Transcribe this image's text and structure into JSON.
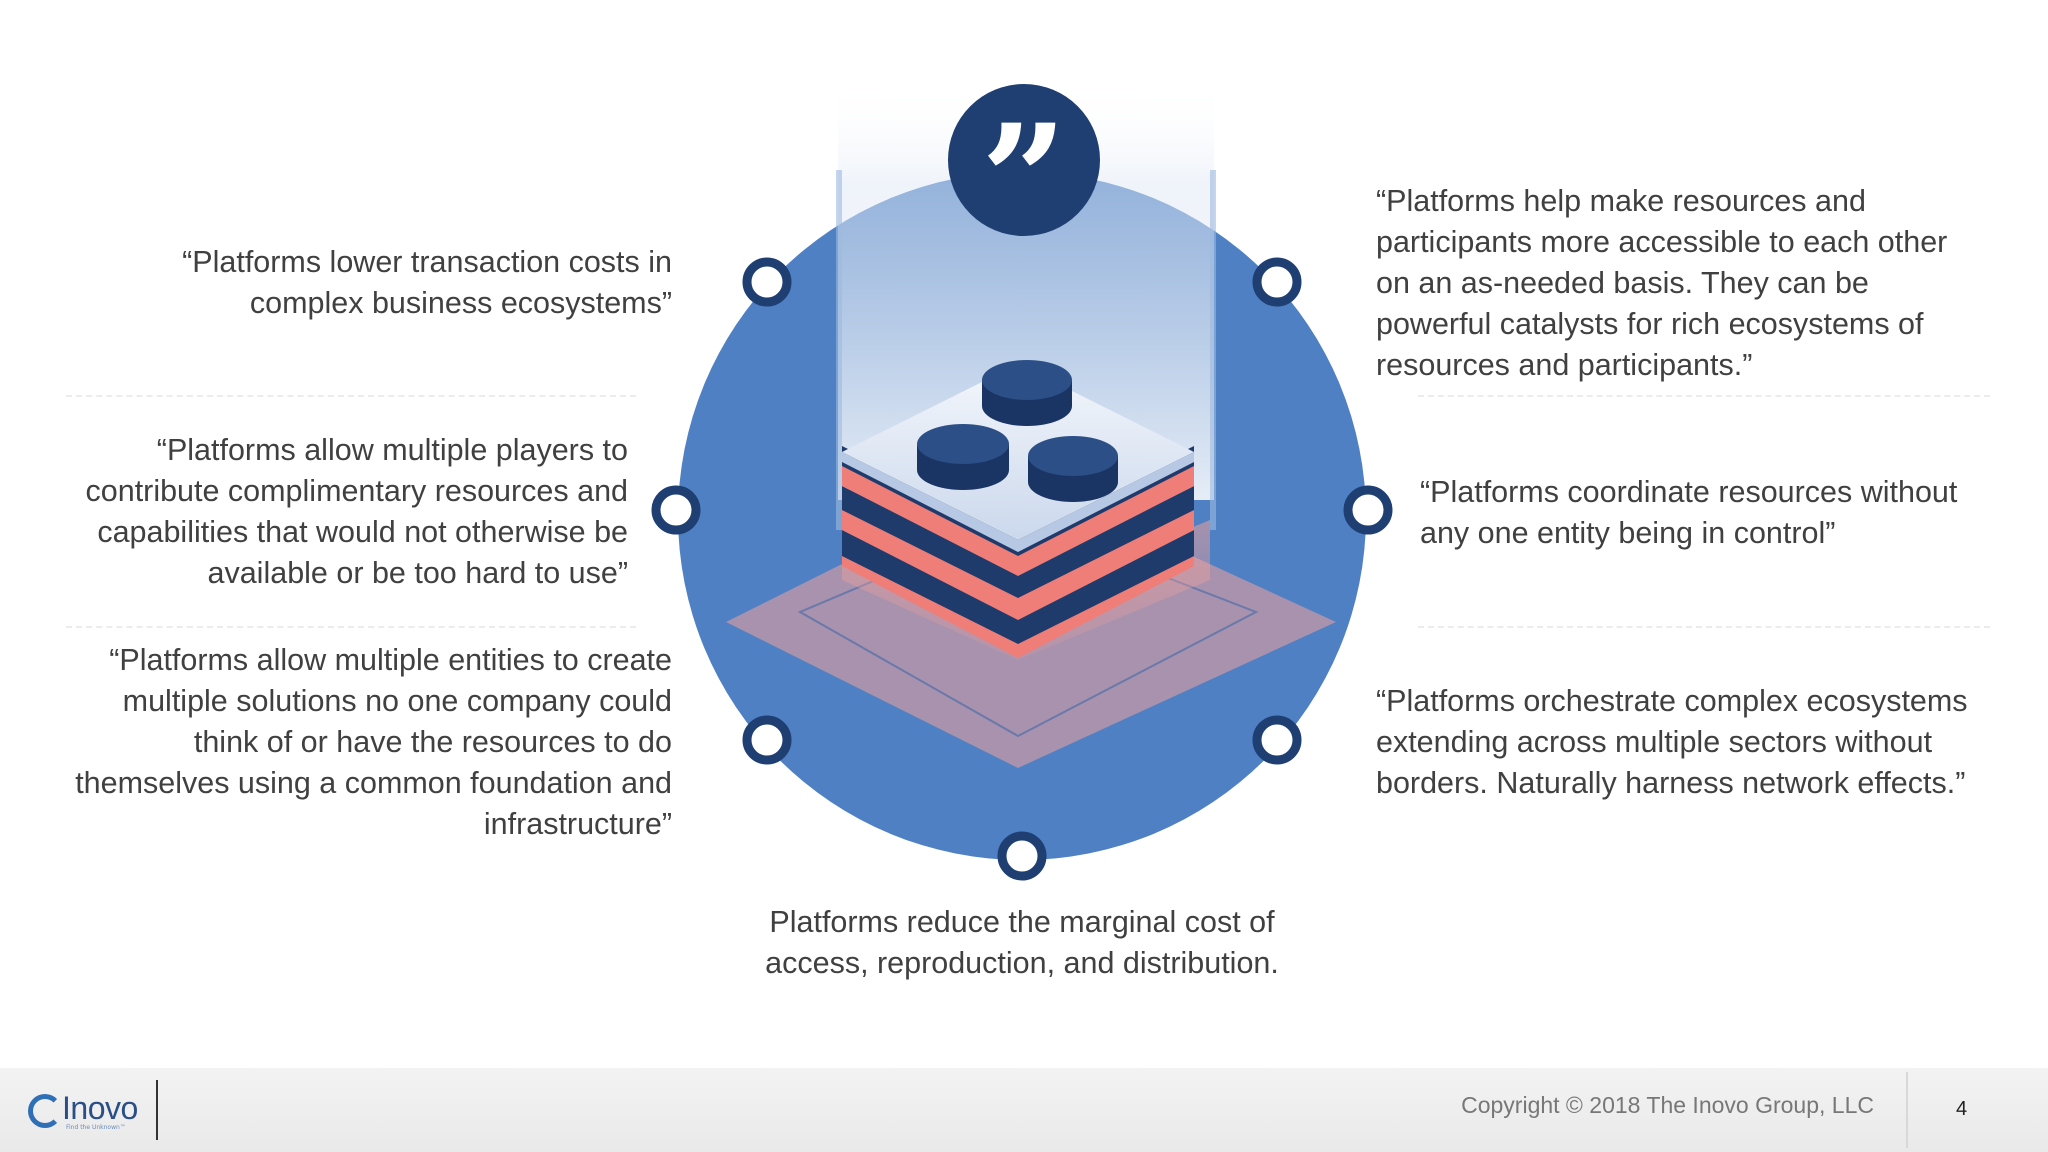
{
  "quotes": {
    "left_top": "“Platforms lower transaction costs in\ncomplex business ecosystems”",
    "left_middle": "“Platforms allow multiple players to\ncontribute complimentary resources and\ncapabilities that would not otherwise be\navailable or be too hard to use”",
    "left_bottom": "“Platforms allow multiple entities to create\nmultiple solutions no one company could\nthink of or have the resources to do\nthemselves using a common foundation and\ninfrastructure”",
    "right_top": "“Platforms help make resources and\nparticipants more accessible to each other\non an as-needed basis. They can be\npowerful catalysts for rich ecosystems of\nresources and participants.”",
    "right_middle": "“Platforms coordinate resources without\nany one entity being in control”",
    "right_bottom": "“Platforms orchestrate complex ecosystems\nextending across multiple sectors without\nborders. Naturally harness network effects.”",
    "bottom": "Platforms reduce the marginal cost of\naccess, reproduction, and distribution."
  },
  "diagram": {
    "quote_icon": "quote-marks-icon",
    "colors": {
      "circle": "#4e80c3",
      "dark_navy": "#1f3b6b",
      "pink": "#ef7d78",
      "light": "#e9eff8"
    }
  },
  "footer": {
    "logo_text": "Inovo",
    "logo_tagline": "Find the Unknown™",
    "copyright": "Copyright © 2018  The Inovo Group, LLC",
    "page_number": "4"
  }
}
